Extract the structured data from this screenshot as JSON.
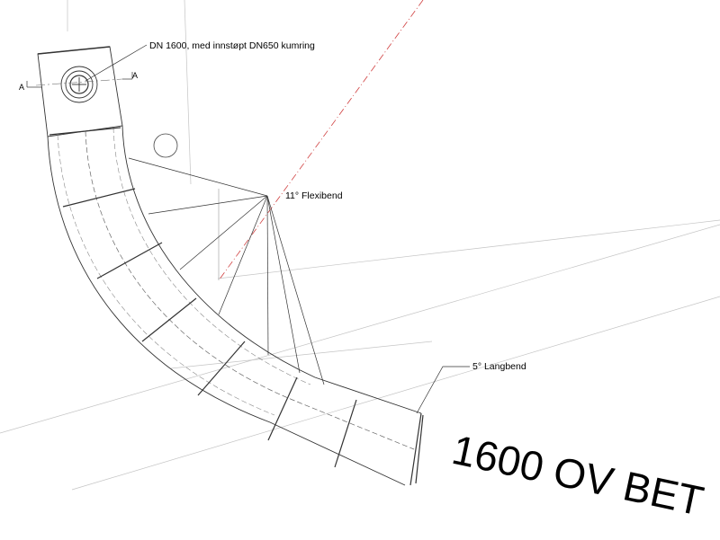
{
  "annotations": {
    "manhole_callout": "DN 1600, med innstøpt DN650 kumring",
    "flexibend_callout": "11° Flexibend",
    "langbend_callout": "5° Langbend"
  },
  "section_markers": {
    "left": "A",
    "right": "A"
  },
  "pipe_label": "1600 OV BET",
  "colors": {
    "line": "#000000",
    "faint_line": "#b8b8b8",
    "centerline_red": "#d04040"
  }
}
